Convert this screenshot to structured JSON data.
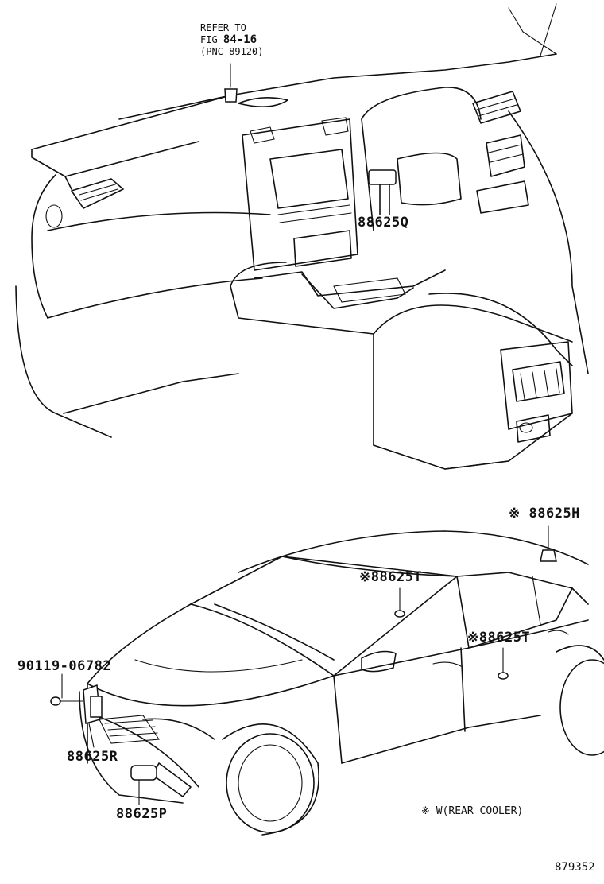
{
  "refer_note": {
    "line1": "REFER TO",
    "line2_prefix": "FIG ",
    "line2_fig": "84-16",
    "line3": "(PNC 89120)"
  },
  "parts": {
    "p_88625Q": "88625Q",
    "p_88625H": "88625H",
    "p_88625T_upper": "88625T",
    "p_88625T_lower": "88625T",
    "p_90119": "90119-06782",
    "p_88625R": "88625R",
    "p_88625P": "88625P"
  },
  "marks": {
    "ref_mark": "※"
  },
  "legend": {
    "text": "W(REAR COOLER)"
  },
  "diagram_id": "879352"
}
